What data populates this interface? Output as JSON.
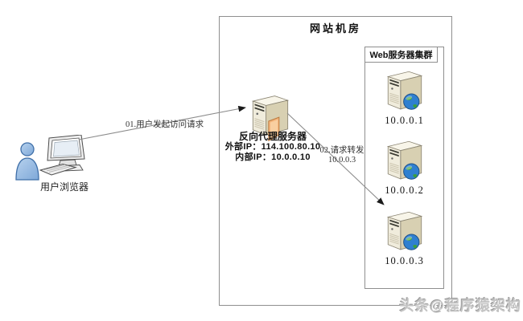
{
  "datacenter": {
    "title": "网站机房"
  },
  "cluster": {
    "title": "Web服务器集群",
    "servers": [
      {
        "ip": "10.0.0.1"
      },
      {
        "ip": "10.0.0.2"
      },
      {
        "ip": "10.0.0.3"
      }
    ]
  },
  "proxy": {
    "name": "反向代理服务器",
    "external_ip": "外部IP：114.100.80.10",
    "internal_ip": "内部IP：10.0.0.10"
  },
  "user": {
    "label": "用户浏览器"
  },
  "flows": {
    "step1": {
      "label": "01.用户发起访问请求"
    },
    "step2": {
      "line1": "02.请求转发",
      "line2": "10.0.0.3"
    }
  },
  "watermark": {
    "text": "头条@程序猿架构"
  },
  "icons": {
    "user": "person-icon",
    "browser": "desktop-computer-icon",
    "proxy": "server-with-door-icon",
    "web_server": "server-with-globe-icon"
  },
  "colors": {
    "border": "#8f8f8f",
    "line": "#8c8c8c",
    "arrow": "#1a1a1a",
    "server_front": "#f0ecdc",
    "server_side": "#d8d0b2",
    "server_top": "#f8f5e9",
    "server_stroke": "#8b8573",
    "slot_dark": "#3c3c34",
    "vent": "#c9c2ab",
    "globe_blue": "#2f7fd0",
    "globe_green": "#3ba03a",
    "globe_stroke": "#1c4c80",
    "person_fill": "#7fa8d8",
    "person_stroke": "#3f6fa8",
    "device_fill": "#efefef",
    "device_stroke": "#4d4d4d",
    "screen_fill": "#e7eef5",
    "door_fill": "#f3b57c",
    "door_inner": "#f9cfa0",
    "door_stroke": "#bc7a3e",
    "watermark": "#c4c4c4"
  }
}
